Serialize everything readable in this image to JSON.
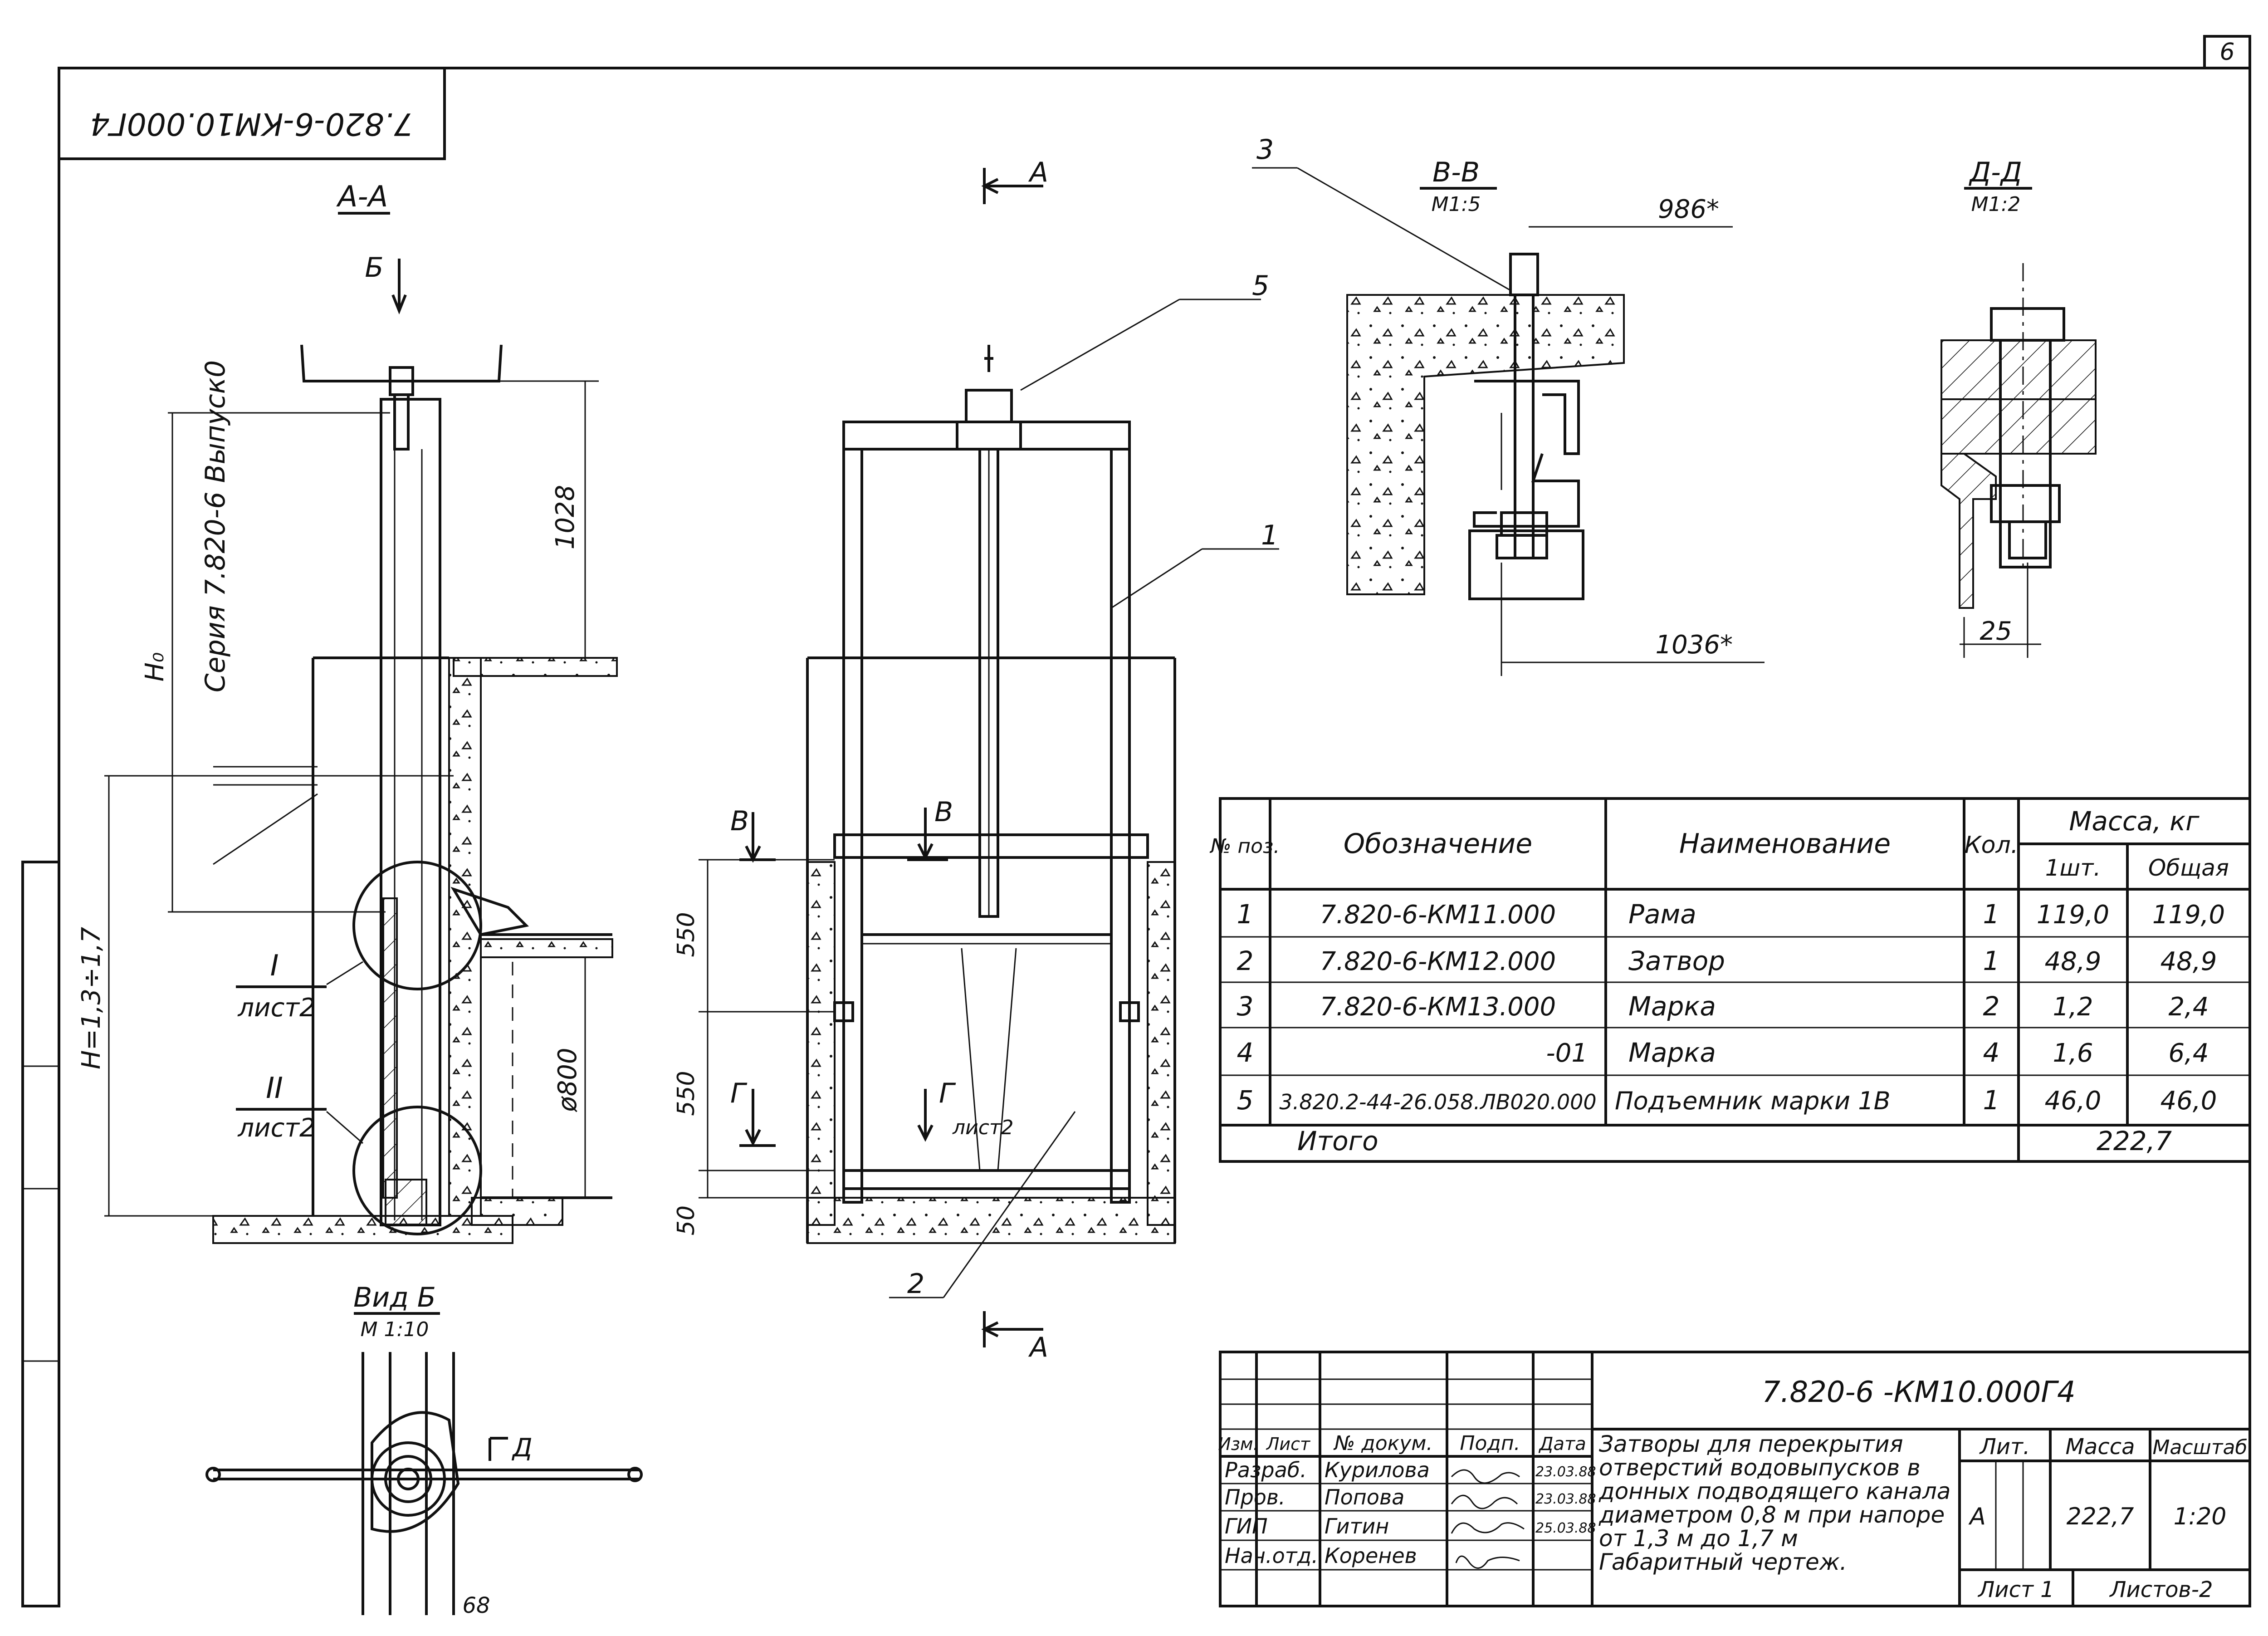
{
  "sheet": {
    "number": "6",
    "stamp_code_rotated": "7.820-6-КМ10.000Г4",
    "series_vertical": "Серия  7.820-6    Выпуск0"
  },
  "views": {
    "aa": {
      "title": "А-А",
      "view_mark": "Б",
      "dim_1028": "1028",
      "dim_h0": "H₀",
      "dim_h": "H=1,3÷1,7",
      "dim_d800": "ø800",
      "callout_1_num": "I",
      "callout_1_sheet": "лист2",
      "callout_2_num": "II",
      "callout_2_sheet": "лист2"
    },
    "front": {
      "section_mark_top": "А",
      "section_mark_bottom": "А",
      "pos_5": "5",
      "pos_1": "1",
      "pos_2": "2",
      "mark_v_left": "В",
      "mark_v_right": "В",
      "mark_g_left": "Г",
      "mark_g_right": "Г",
      "mark_g_sheet": "лист2",
      "dim_550_top": "550",
      "dim_550_bottom": "550",
      "dim_50": "50"
    },
    "vv": {
      "title": "В-В",
      "scale": "М1:5",
      "pos_3": "3",
      "dim_986": "986*",
      "dim_1036": "1036*"
    },
    "dd": {
      "title": "Д-Д",
      "scale": "М1:2",
      "dim_25": "25"
    },
    "vidb": {
      "title": "Вид Б",
      "scale": "М 1:10",
      "mark_d": "Д",
      "dim_68": "68"
    }
  },
  "spec": {
    "headers": {
      "pos": "№ поз.",
      "designation": "Обозначение",
      "name": "Наименование",
      "qty": "Кол.",
      "mass": "Масса, кг",
      "mass_unit": "1шт.",
      "mass_total": "Общая"
    },
    "rows": [
      {
        "pos": "1",
        "designation": "7.820-6-КМ11.000",
        "name": "Рама",
        "qty": "1",
        "unit": "119,0",
        "total": "119,0"
      },
      {
        "pos": "2",
        "designation": "7.820-6-КМ12.000",
        "name": "Затвор",
        "qty": "1",
        "unit": "48,9",
        "total": "48,9"
      },
      {
        "pos": "3",
        "designation": "7.820-6-КМ13.000",
        "name": "Марка",
        "qty": "2",
        "unit": "1,2",
        "total": "2,4"
      },
      {
        "pos": "4",
        "designation": "-01",
        "name": "Марка",
        "qty": "4",
        "unit": "1,6",
        "total": "6,4"
      },
      {
        "pos": "5",
        "designation": "3.820.2-44-26.058.ЛВ020.000",
        "name": "Подъемник марки 1В",
        "qty": "1",
        "unit": "46,0",
        "total": "46,0"
      }
    ],
    "total_label": "Итого",
    "total_value": "222,7"
  },
  "titleblock": {
    "code": "7.820-6  -КМ10.000Г4",
    "title_lines": [
      "Затворы для перекрытия",
      "отверстий водовыпусков в",
      "донных подводящего канала",
      "диаметром 0,8 м при напоре",
      "от 1,3 м  до 1,7 м",
      "Габаритный чертеж."
    ],
    "headers": {
      "izm": "Изм.",
      "list": "Лист",
      "doc": "№ докум.",
      "sign": "Подп.",
      "date": "Дата"
    },
    "people": [
      {
        "role": "Разраб.",
        "name": "Курилова",
        "date": "23.03.88"
      },
      {
        "role": "Пров.",
        "name": "Попова",
        "date": "23.03.88"
      },
      {
        "role": "ГИП",
        "name": "Гитин",
        "date": "25.03.88"
      },
      {
        "role": "Нач.отд.",
        "name": "Коренев",
        "date": ""
      }
    ],
    "lit_label": "Лит.",
    "mass_label": "Масса",
    "scale_label": "Масштаб",
    "lit_value": "А",
    "mass_value": "222,7",
    "scale_value": "1:20",
    "sheet_label": "Лист 1",
    "sheets_label": "Листов-2"
  }
}
